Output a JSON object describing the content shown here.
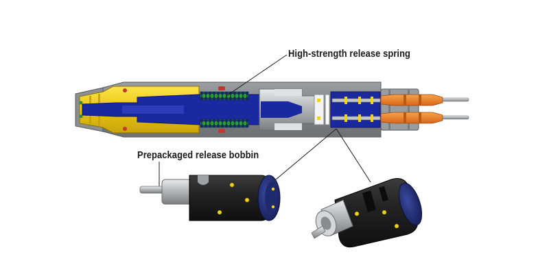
{
  "callouts": {
    "spring": "High-strength release spring",
    "bobbin": "Prepackaged release bobbin"
  },
  "components": [
    "connector-housing-cross-section",
    "release-spring",
    "release-bobbin-side-view",
    "release-bobbin-angled-view"
  ],
  "colors": {
    "housing": "#8a8d90",
    "housing_light": "#b9bcbf",
    "insert": "#f3d31a",
    "core": "#1a2a9e",
    "spring": "#2d8a3a",
    "contacts": "#e87a1e",
    "bobbin_body": "#222222",
    "bobbin_cap": "#1f2a6e",
    "background": "#ffffff"
  }
}
